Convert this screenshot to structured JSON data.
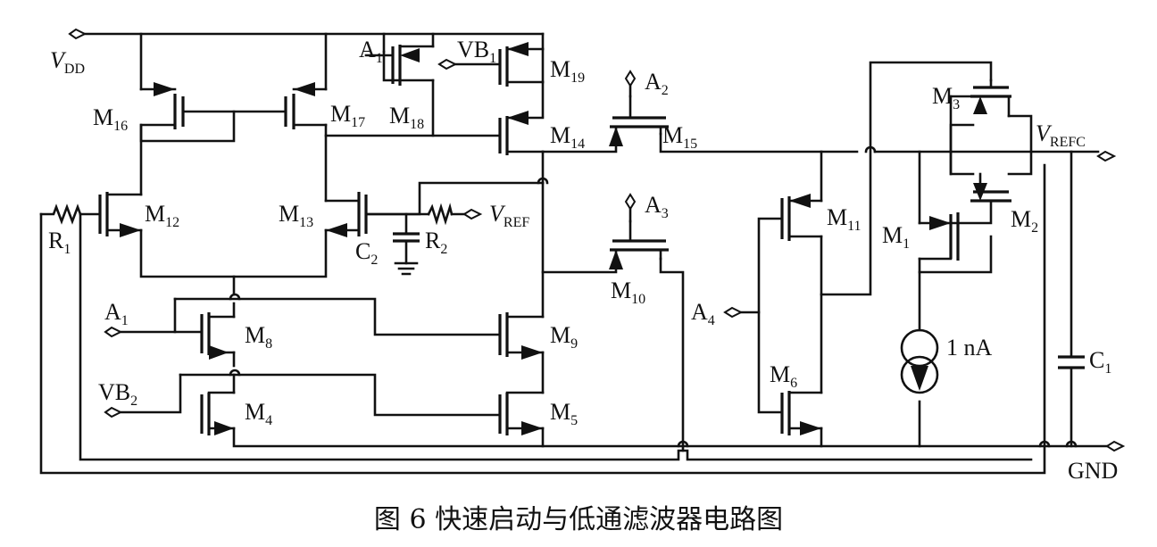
{
  "caption": "图 6 快速启动与低通滤波器电路图",
  "labels": {
    "vdd": {
      "main": "V",
      "sub": "DD"
    },
    "vref": {
      "main": "V",
      "sub": "REF"
    },
    "vrefc": {
      "main": "V",
      "sub": "REFC"
    },
    "gnd": "GND",
    "a1_top": {
      "main": "A",
      "sub": "1"
    },
    "a1_mid": {
      "main": "A",
      "sub": "1"
    },
    "a2": {
      "main": "A",
      "sub": "2"
    },
    "a3": {
      "main": "A",
      "sub": "3"
    },
    "a4": {
      "main": "A",
      "sub": "4"
    },
    "vb1": {
      "main": "VB",
      "sub": "1"
    },
    "vb2": {
      "main": "VB",
      "sub": "2"
    },
    "r1": {
      "main": "R",
      "sub": "1"
    },
    "r2": {
      "main": "R",
      "sub": "2"
    },
    "c1": {
      "main": "C",
      "sub": "1"
    },
    "c2": {
      "main": "C",
      "sub": "2"
    },
    "isrc": "1 nA"
  },
  "transistors": {
    "m1": {
      "main": "M",
      "sub": "1"
    },
    "m2": {
      "main": "M",
      "sub": "2"
    },
    "m3": {
      "main": "M",
      "sub": "3"
    },
    "m4": {
      "main": "M",
      "sub": "4"
    },
    "m5": {
      "main": "M",
      "sub": "5"
    },
    "m6": {
      "main": "M",
      "sub": "6"
    },
    "m8": {
      "main": "M",
      "sub": "8"
    },
    "m9": {
      "main": "M",
      "sub": "9"
    },
    "m10": {
      "main": "M",
      "sub": "10"
    },
    "m11": {
      "main": "M",
      "sub": "11"
    },
    "m12": {
      "main": "M",
      "sub": "12"
    },
    "m13": {
      "main": "M",
      "sub": "13"
    },
    "m14": {
      "main": "M",
      "sub": "14"
    },
    "m15": {
      "main": "M",
      "sub": "15"
    },
    "m16": {
      "main": "M",
      "sub": "16"
    },
    "m17": {
      "main": "M",
      "sub": "17"
    },
    "m18": {
      "main": "M",
      "sub": "18"
    },
    "m19": {
      "main": "M",
      "sub": "19"
    }
  }
}
